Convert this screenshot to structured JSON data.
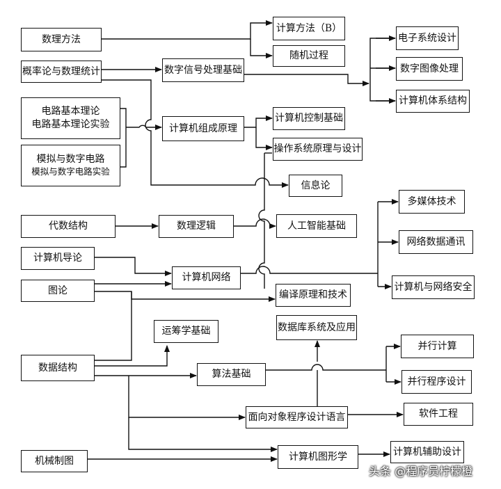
{
  "nodes": {
    "shuli_fangfa": "数理方法",
    "gailvlun": "概率论与数理统计",
    "dianlu_1": "电路基本理论",
    "dianlu_2": "电路基本理论实验",
    "moni_1": "模拟与数字电路",
    "moni_2": "模拟与数字电路实验",
    "jisuan_fangfa": "计算方法（B）",
    "suiji": "随机过程",
    "shuzi_xinhao": "数字信号处理基础",
    "dianzi_xitong": "电子系统设计",
    "shuzi_tuxiang": "数字图像处理",
    "jsj_tixi": "计算机体系结构",
    "jsj_zucheng": "计算机组成原理",
    "jsj_kongzhi": "计算机控制基础",
    "caozuo": "操作系统原理与设计",
    "xinxilun": "信息论",
    "daishu": "代数结构",
    "shuli_luoji": "数理逻辑",
    "rengong": "人工智能基础",
    "duomeiti": "多媒体技术",
    "wangluo_shuju": "网络数据通讯",
    "jsj_daolun": "计算机导论",
    "jsj_wangluo": "计算机网络",
    "jsj_anquan": "计算机与网络安全",
    "tulun": "图论",
    "bianyi": "编译原理和技术",
    "yunchou": "运筹学基础",
    "shujuku": "数据库系统及应用",
    "shuju_jiegou": "数据结构",
    "suanfa": "算法基础",
    "bingxing_jisuan": "并行计算",
    "bingxing_chengxu": "并行程序设计",
    "mianxiang": "面向对象程序设计语言",
    "ruanjian": "软件工程",
    "jixie": "机械制图",
    "tuxingxue": "计算机图形学",
    "fuzhu": "计算机辅助设计"
  },
  "watermark": "头条 @程序员柠檬橙",
  "colors": {
    "line": "#111111",
    "box_border": "#111111",
    "background": "#ffffff"
  }
}
